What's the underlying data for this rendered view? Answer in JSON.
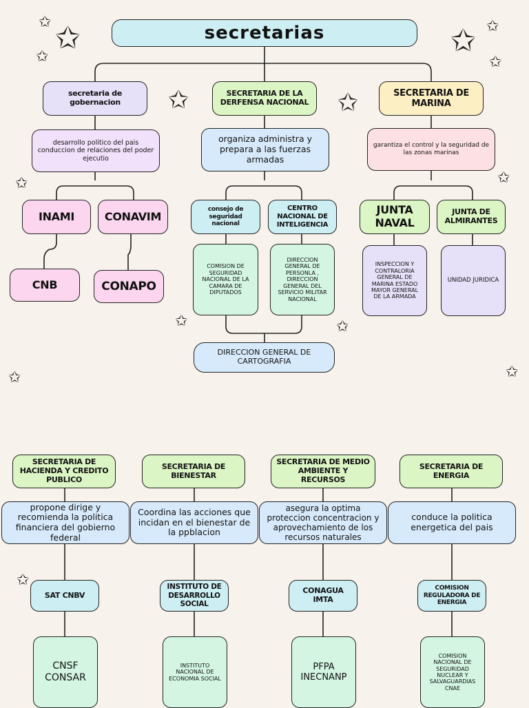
{
  "title": "secretarias",
  "row1": {
    "gob": {
      "head": "secretaria de gobernacion",
      "desc": "desarrollo politico del pais conduccion de relaciones del poder ejecutio",
      "sub1": "INAMI",
      "sub2": "CONAVIM",
      "leaf1": "CNB",
      "leaf2": "CONAPO"
    },
    "def": {
      "head": "SECRETARIA DE LA DERFENSA NACIONAL",
      "desc": "organiza administra y prepara a las fuerzas armadas",
      "sub1": "consejo de seguridad nacional",
      "sub2": "CENTRO NACIONAL DE INTELIGENCIA",
      "leaf1": "COMISION DE SEGURIDAD NACIONAL DE LA CAMARA DE DIPUTADOS",
      "leaf2": "DIRECCION GENERAL DE PERSONLA , DIRECCION GENERAL DEL SERVICIO MILITAR NACIONAL",
      "bottom": "DIRECCION GENERAL DE CARTOGRAFIA"
    },
    "mar": {
      "head": "SECRETARIA DE MARINA",
      "desc": "garantiza el control y la seguridad de las zonas marinas",
      "sub1": "JUNTA NAVAL",
      "sub2": "JUNTA DE ALMIRANTES",
      "leaf1": "INSPECCION Y CONTRALORIA GENERAL DE MARINA ESTADO MAYOR GENERAL DE LA ARMADA",
      "leaf2": "UNIDAD JURIDICA"
    }
  },
  "row2": {
    "hac": {
      "head": "SECRETARIA DE HACIENDA Y CREDITO PUBLICO",
      "desc": "propone dirige y recomienda la politica financiera del gobierno federal",
      "sub": "SAT CNBV",
      "leaf": "CNSF CONSAR"
    },
    "bie": {
      "head": "SECRETARIA DE BIENESTAR",
      "desc": "Coordina las acciones que incidan en el bienestar de la ppblacion",
      "sub": "INSTITUTO DE DESARROLLO SOCIAL",
      "leaf": "INSTITUTO NACIONAL DE ECONOMIA SOCIAL"
    },
    "med": {
      "head": "SECRETARIA DE MEDIO AMBIENTE Y RECURSOS",
      "desc": "asegura la optima proteccion concentracion y aprovechamiento de los recursos naturales",
      "sub": "CONAGUA IMTA",
      "leaf": "PFPA INECNANP"
    },
    "ene": {
      "head": "SECRETARIA DE ENERGIA",
      "desc": "conduce la politica energetica del pais",
      "sub": "COMISION REGULADORA DE ENERGIA",
      "leaf": "COMISION NACIONAL DE SEGURIDAD NUCLEAR Y SALVAGUARDIAS CNAE"
    }
  },
  "colors": {
    "background": "#f7f2eb",
    "stroke": "#222222"
  }
}
